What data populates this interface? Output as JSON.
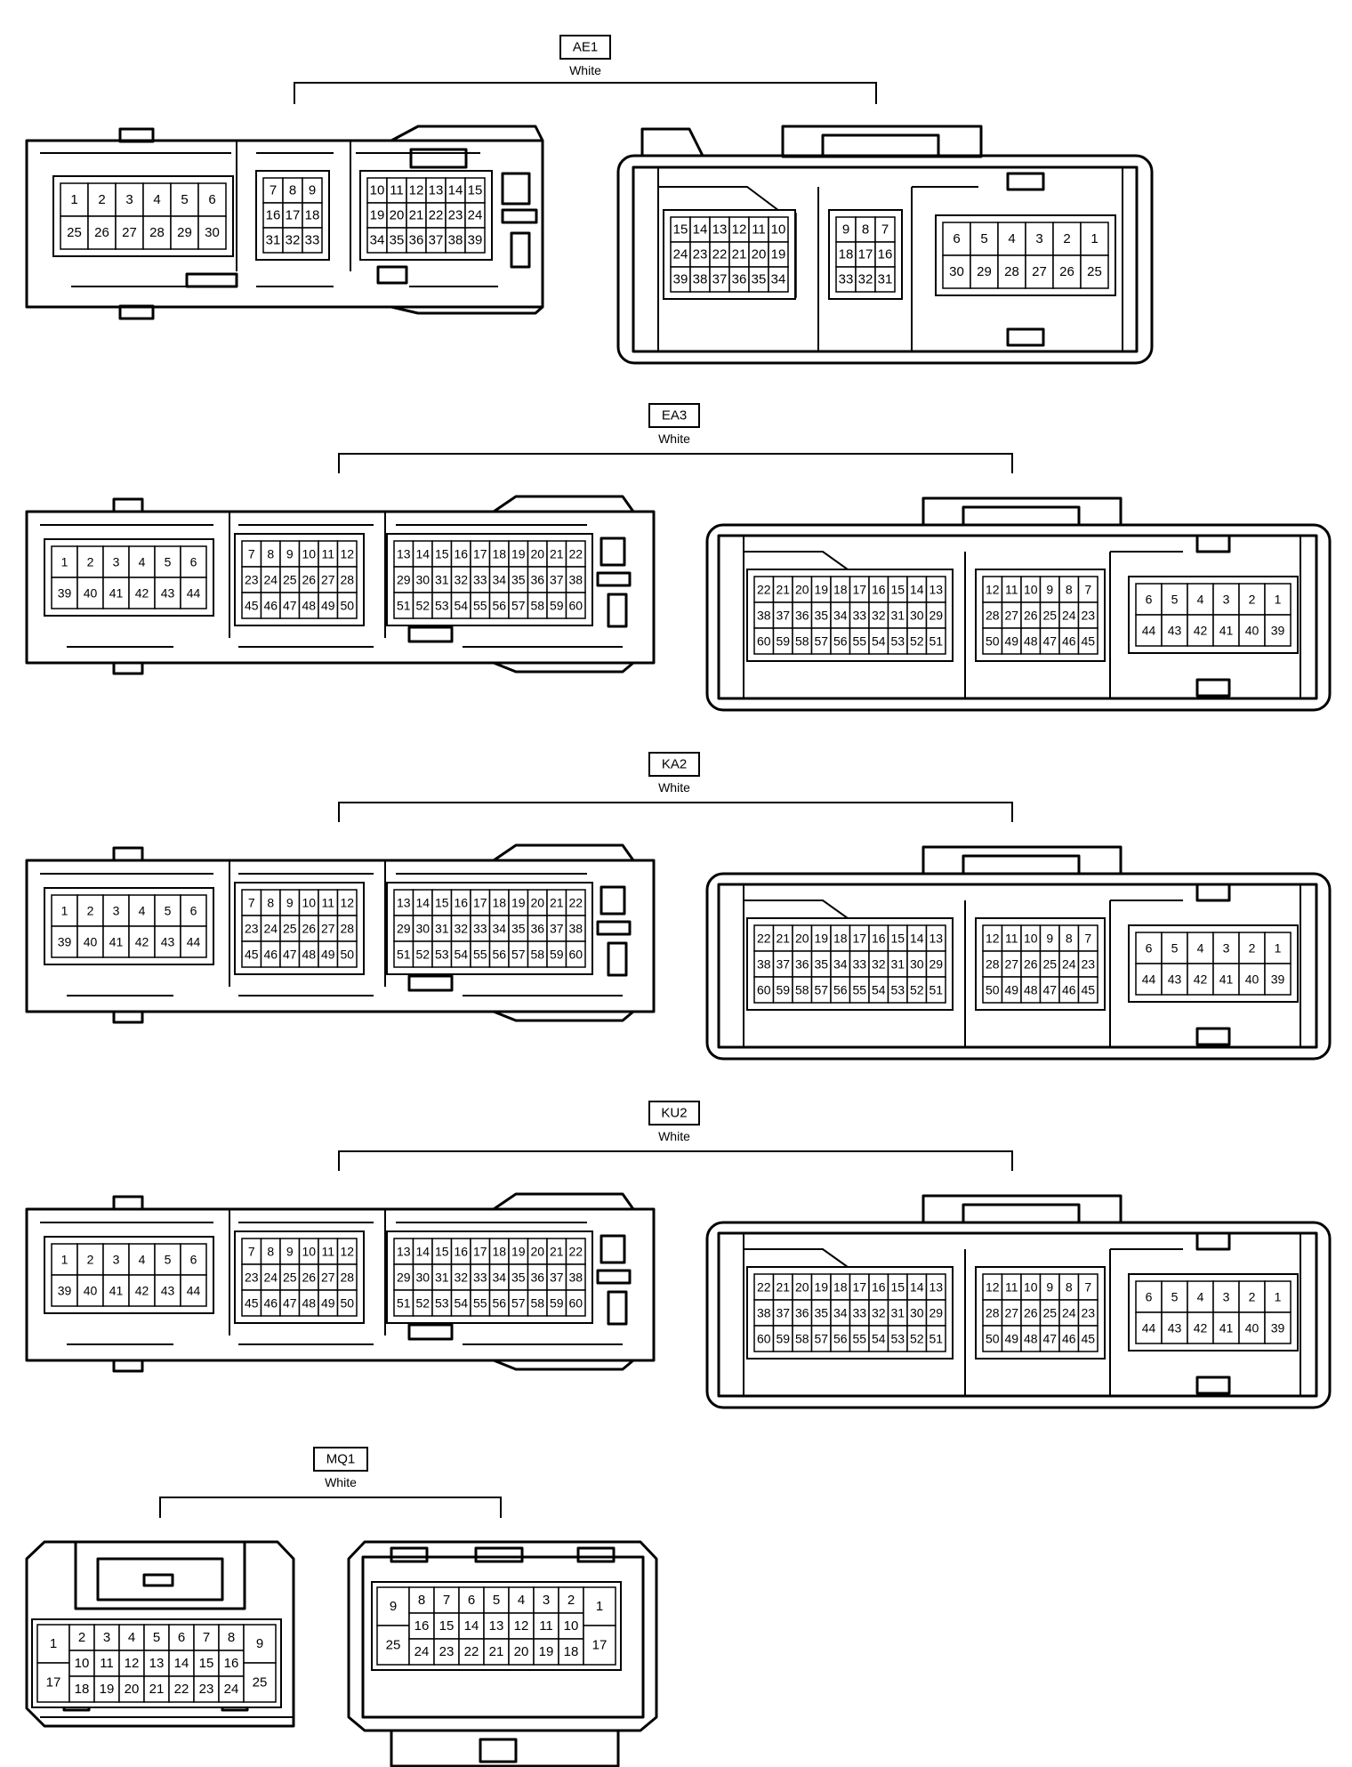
{
  "connectors": [
    {
      "id": "AE1",
      "color": "White",
      "male_blocks": [
        {
          "rows": [
            [
              "1",
              "2",
              "3",
              "4",
              "5",
              "6"
            ],
            [
              "25",
              "26",
              "27",
              "28",
              "29",
              "30"
            ]
          ]
        },
        {
          "rows": [
            [
              "7",
              "8",
              "9"
            ],
            [
              "16",
              "17",
              "18"
            ],
            [
              "31",
              "32",
              "33"
            ]
          ]
        },
        {
          "rows": [
            [
              "10",
              "11",
              "12",
              "13",
              "14",
              "15"
            ],
            [
              "19",
              "20",
              "21",
              "22",
              "23",
              "24"
            ],
            [
              "34",
              "35",
              "36",
              "37",
              "38",
              "39"
            ]
          ]
        }
      ],
      "female_blocks": [
        {
          "rows": [
            [
              "15",
              "14",
              "13",
              "12",
              "11",
              "10"
            ],
            [
              "24",
              "23",
              "22",
              "21",
              "20",
              "19"
            ],
            [
              "39",
              "38",
              "37",
              "36",
              "35",
              "34"
            ]
          ]
        },
        {
          "rows": [
            [
              "9",
              "8",
              "7"
            ],
            [
              "18",
              "17",
              "16"
            ],
            [
              "33",
              "32",
              "31"
            ]
          ]
        },
        {
          "rows": [
            [
              "6",
              "5",
              "4",
              "3",
              "2",
              "1"
            ],
            [
              "30",
              "29",
              "28",
              "27",
              "26",
              "25"
            ]
          ]
        }
      ]
    },
    {
      "id": "EA3",
      "color": "White",
      "male_blocks": [
        {
          "rows": [
            [
              "1",
              "2",
              "3",
              "4",
              "5",
              "6"
            ],
            [
              "39",
              "40",
              "41",
              "42",
              "43",
              "44"
            ]
          ]
        },
        {
          "rows": [
            [
              "7",
              "8",
              "9",
              "10",
              "11",
              "12"
            ],
            [
              "23",
              "24",
              "25",
              "26",
              "27",
              "28"
            ],
            [
              "45",
              "46",
              "47",
              "48",
              "49",
              "50"
            ]
          ]
        },
        {
          "rows": [
            [
              "13",
              "14",
              "15",
              "16",
              "17",
              "18",
              "19",
              "20",
              "21",
              "22"
            ],
            [
              "29",
              "30",
              "31",
              "32",
              "33",
              "34",
              "35",
              "36",
              "37",
              "38"
            ],
            [
              "51",
              "52",
              "53",
              "54",
              "55",
              "56",
              "57",
              "58",
              "59",
              "60"
            ]
          ]
        }
      ],
      "female_blocks": [
        {
          "rows": [
            [
              "22",
              "21",
              "20",
              "19",
              "18",
              "17",
              "16",
              "15",
              "14",
              "13"
            ],
            [
              "38",
              "37",
              "36",
              "35",
              "34",
              "33",
              "32",
              "31",
              "30",
              "29"
            ],
            [
              "60",
              "59",
              "58",
              "57",
              "56",
              "55",
              "54",
              "53",
              "52",
              "51"
            ]
          ]
        },
        {
          "rows": [
            [
              "12",
              "11",
              "10",
              "9",
              "8",
              "7"
            ],
            [
              "28",
              "27",
              "26",
              "25",
              "24",
              "23"
            ],
            [
              "50",
              "49",
              "48",
              "47",
              "46",
              "45"
            ]
          ]
        },
        {
          "rows": [
            [
              "6",
              "5",
              "4",
              "3",
              "2",
              "1"
            ],
            [
              "44",
              "43",
              "42",
              "41",
              "40",
              "39"
            ]
          ]
        }
      ]
    },
    {
      "id": "KA2",
      "color": "White",
      "male_blocks": [
        {
          "rows": [
            [
              "1",
              "2",
              "3",
              "4",
              "5",
              "6"
            ],
            [
              "39",
              "40",
              "41",
              "42",
              "43",
              "44"
            ]
          ]
        },
        {
          "rows": [
            [
              "7",
              "8",
              "9",
              "10",
              "11",
              "12"
            ],
            [
              "23",
              "24",
              "25",
              "26",
              "27",
              "28"
            ],
            [
              "45",
              "46",
              "47",
              "48",
              "49",
              "50"
            ]
          ]
        },
        {
          "rows": [
            [
              "13",
              "14",
              "15",
              "16",
              "17",
              "18",
              "19",
              "20",
              "21",
              "22"
            ],
            [
              "29",
              "30",
              "31",
              "32",
              "33",
              "34",
              "35",
              "36",
              "37",
              "38"
            ],
            [
              "51",
              "52",
              "53",
              "54",
              "55",
              "56",
              "57",
              "58",
              "59",
              "60"
            ]
          ]
        }
      ],
      "female_blocks": [
        {
          "rows": [
            [
              "22",
              "21",
              "20",
              "19",
              "18",
              "17",
              "16",
              "15",
              "14",
              "13"
            ],
            [
              "38",
              "37",
              "36",
              "35",
              "34",
              "33",
              "32",
              "31",
              "30",
              "29"
            ],
            [
              "60",
              "59",
              "58",
              "57",
              "56",
              "55",
              "54",
              "53",
              "52",
              "51"
            ]
          ]
        },
        {
          "rows": [
            [
              "12",
              "11",
              "10",
              "9",
              "8",
              "7"
            ],
            [
              "28",
              "27",
              "26",
              "25",
              "24",
              "23"
            ],
            [
              "50",
              "49",
              "48",
              "47",
              "46",
              "45"
            ]
          ]
        },
        {
          "rows": [
            [
              "6",
              "5",
              "4",
              "3",
              "2",
              "1"
            ],
            [
              "44",
              "43",
              "42",
              "41",
              "40",
              "39"
            ]
          ]
        }
      ]
    },
    {
      "id": "KU2",
      "color": "White",
      "male_blocks": [
        {
          "rows": [
            [
              "1",
              "2",
              "3",
              "4",
              "5",
              "6"
            ],
            [
              "39",
              "40",
              "41",
              "42",
              "43",
              "44"
            ]
          ]
        },
        {
          "rows": [
            [
              "7",
              "8",
              "9",
              "10",
              "11",
              "12"
            ],
            [
              "23",
              "24",
              "25",
              "26",
              "27",
              "28"
            ],
            [
              "45",
              "46",
              "47",
              "48",
              "49",
              "50"
            ]
          ]
        },
        {
          "rows": [
            [
              "13",
              "14",
              "15",
              "16",
              "17",
              "18",
              "19",
              "20",
              "21",
              "22"
            ],
            [
              "29",
              "30",
              "31",
              "32",
              "33",
              "34",
              "35",
              "36",
              "37",
              "38"
            ],
            [
              "51",
              "52",
              "53",
              "54",
              "55",
              "56",
              "57",
              "58",
              "59",
              "60"
            ]
          ]
        }
      ],
      "female_blocks": [
        {
          "rows": [
            [
              "22",
              "21",
              "20",
              "19",
              "18",
              "17",
              "16",
              "15",
              "14",
              "13"
            ],
            [
              "38",
              "37",
              "36",
              "35",
              "34",
              "33",
              "32",
              "31",
              "30",
              "29"
            ],
            [
              "60",
              "59",
              "58",
              "57",
              "56",
              "55",
              "54",
              "53",
              "52",
              "51"
            ]
          ]
        },
        {
          "rows": [
            [
              "12",
              "11",
              "10",
              "9",
              "8",
              "7"
            ],
            [
              "28",
              "27",
              "26",
              "25",
              "24",
              "23"
            ],
            [
              "50",
              "49",
              "48",
              "47",
              "46",
              "45"
            ]
          ]
        },
        {
          "rows": [
            [
              "6",
              "5",
              "4",
              "3",
              "2",
              "1"
            ],
            [
              "44",
              "43",
              "42",
              "41",
              "40",
              "39"
            ]
          ]
        }
      ]
    },
    {
      "id": "MQ1",
      "color": "White",
      "male": {
        "left_pins": [
          "1",
          "17"
        ],
        "right_pins": [
          "9",
          "25"
        ],
        "rows": [
          [
            "2",
            "3",
            "4",
            "5",
            "6",
            "7",
            "8"
          ],
          [
            "10",
            "11",
            "12",
            "13",
            "14",
            "15",
            "16"
          ],
          [
            "18",
            "19",
            "20",
            "21",
            "22",
            "23",
            "24"
          ]
        ]
      },
      "female": {
        "left_pins": [
          "9",
          "25"
        ],
        "right_pins": [
          "1",
          "17"
        ],
        "rows": [
          [
            "8",
            "7",
            "6",
            "5",
            "4",
            "3",
            "2"
          ],
          [
            "16",
            "15",
            "14",
            "13",
            "12",
            "11",
            "10"
          ],
          [
            "24",
            "23",
            "22",
            "21",
            "20",
            "19",
            "18"
          ]
        ]
      }
    }
  ]
}
